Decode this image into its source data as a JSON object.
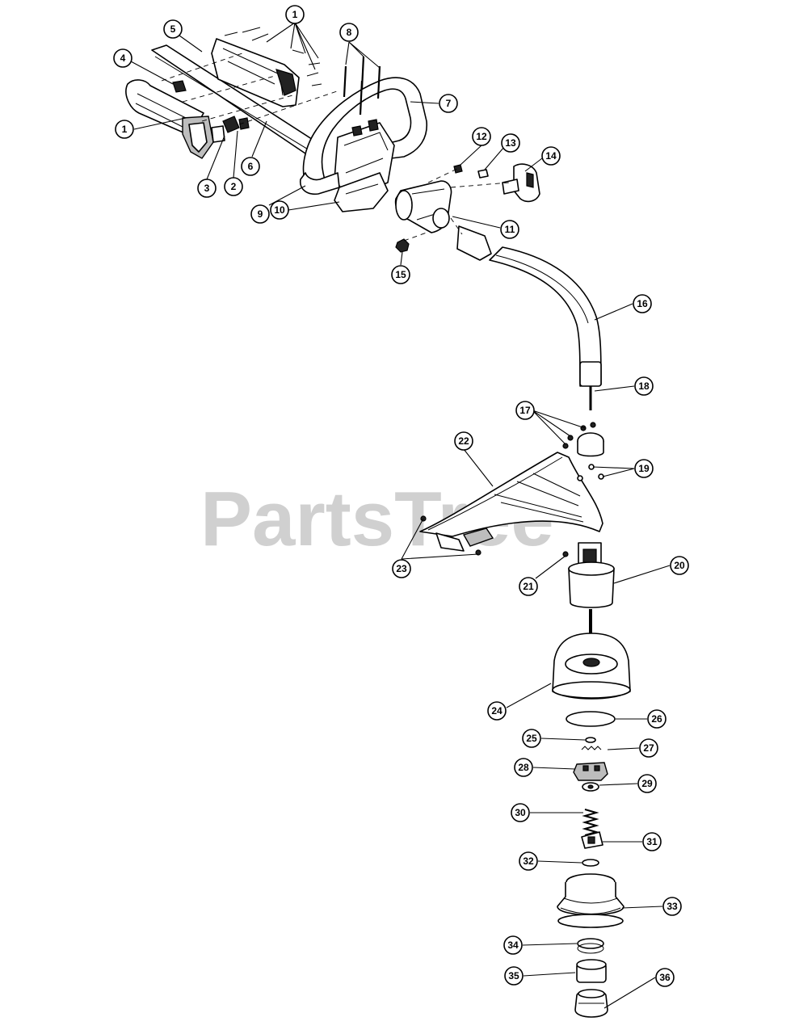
{
  "watermark": {
    "text": "PartsTree"
  },
  "callouts": [
    {
      "id": "c1a",
      "label": "1"
    },
    {
      "id": "c1b",
      "label": "1"
    },
    {
      "id": "c2",
      "label": "2"
    },
    {
      "id": "c3",
      "label": "3"
    },
    {
      "id": "c4",
      "label": "4"
    },
    {
      "id": "c5",
      "label": "5"
    },
    {
      "id": "c6",
      "label": "6"
    },
    {
      "id": "c7",
      "label": "7"
    },
    {
      "id": "c8",
      "label": "8"
    },
    {
      "id": "c9",
      "label": "9"
    },
    {
      "id": "c10",
      "label": "10"
    },
    {
      "id": "c11",
      "label": "11"
    },
    {
      "id": "c12",
      "label": "12"
    },
    {
      "id": "c13",
      "label": "13"
    },
    {
      "id": "c14",
      "label": "14"
    },
    {
      "id": "c15",
      "label": "15"
    },
    {
      "id": "c16",
      "label": "16"
    },
    {
      "id": "c17",
      "label": "17"
    },
    {
      "id": "c18",
      "label": "18"
    },
    {
      "id": "c19",
      "label": "19"
    },
    {
      "id": "c20",
      "label": "20"
    },
    {
      "id": "c21",
      "label": "21"
    },
    {
      "id": "c22",
      "label": "22"
    },
    {
      "id": "c23",
      "label": "23"
    },
    {
      "id": "c24",
      "label": "24"
    },
    {
      "id": "c25",
      "label": "25"
    },
    {
      "id": "c26",
      "label": "26"
    },
    {
      "id": "c27",
      "label": "27"
    },
    {
      "id": "c28",
      "label": "28"
    },
    {
      "id": "c29",
      "label": "29"
    },
    {
      "id": "c30",
      "label": "30"
    },
    {
      "id": "c31",
      "label": "31"
    },
    {
      "id": "c32",
      "label": "32"
    },
    {
      "id": "c33",
      "label": "33"
    },
    {
      "id": "c34",
      "label": "34"
    },
    {
      "id": "c35",
      "label": "35"
    },
    {
      "id": "c36",
      "label": "36"
    }
  ]
}
